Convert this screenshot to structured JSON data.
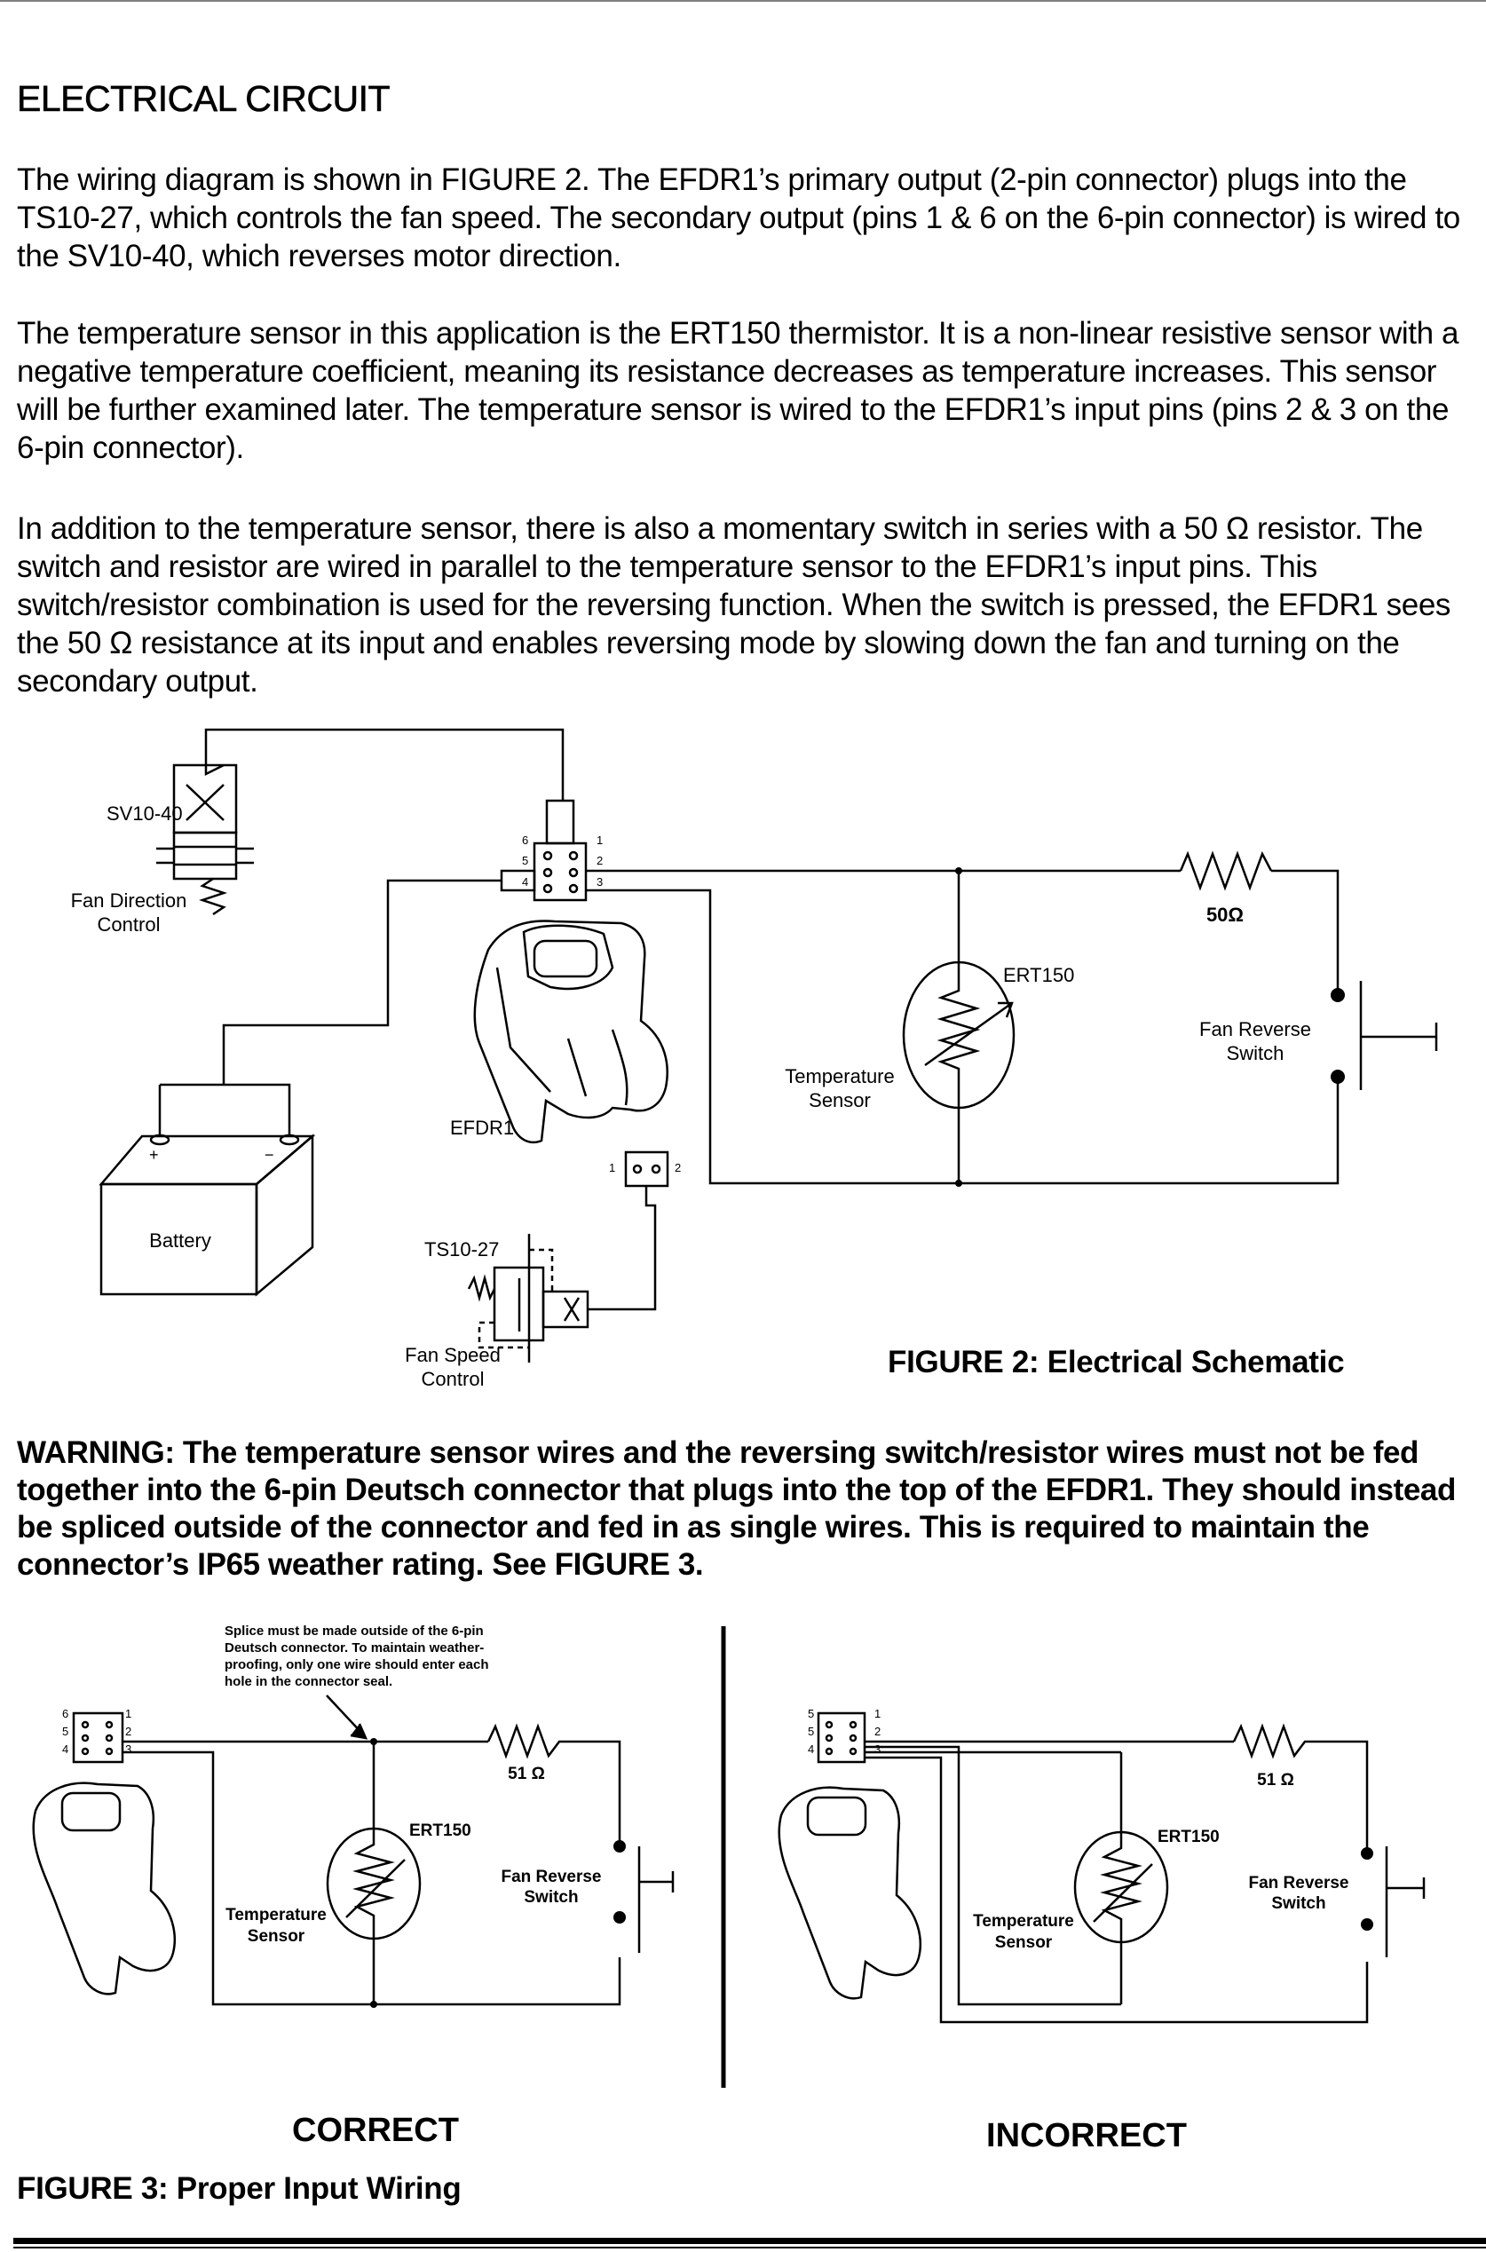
{
  "heading": "ELECTRICAL CIRCUIT",
  "paragraphs": [
    "The wiring diagram is shown in FIGURE 2. The EFDR1’s primary output (2-pin connector) plugs into the TS10-27, which controls the fan speed. The secondary output (pins 1 & 6 on the 6-pin connector) is wired to the SV10-40, which reverses motor direction.",
    "The temperature sensor in this application is the ERT150 thermistor. It is a non-linear resistive sensor with a negative temperature coefficient, meaning its resistance decreases as temperature increases. This sensor will be further examined later. The temperature sensor is wired to the EFDR1’s input pins (pins 2 & 3 on the 6-pin connector).",
    "In addition to the temperature sensor, there is also a momentary switch in series with a 50 Ω resistor. The switch and resistor are wired in parallel to the temperature sensor to the EFDR1’s input pins. This switch/resistor combination is used for the reversing function. When the switch is pressed, the EFDR1 sees the 50 Ω resistance at its input and enables reversing mode by slowing down the fan and turning on the secondary output."
  ],
  "figure2": {
    "caption": "FIGURE 2: Electrical Schematic",
    "labels": {
      "valve": "SV10-40",
      "valve_desc_1": "Fan Direction",
      "valve_desc_2": "Control",
      "controller": "EFDR1",
      "battery": "Battery",
      "battery_pos": "+",
      "battery_neg": "−",
      "speed_valve": "TS10-27",
      "speed_desc_1": "Fan Speed",
      "speed_desc_2": "Control",
      "sensor_model": "ERT150",
      "sensor_desc_1": "Temperature",
      "sensor_desc_2": "Sensor",
      "resistor": "50Ω",
      "switch_desc_1": "Fan Reverse",
      "switch_desc_2": "Switch",
      "pin1": "1",
      "pin2": "2",
      "pin3": "3",
      "pin4": "4",
      "pin5": "5",
      "pin6": "6",
      "pin2a": "1",
      "pin2b": "2"
    }
  },
  "warning": "WARNING: The temperature sensor wires and the reversing switch/resistor wires must not be fed together into the 6-pin Deutsch connector that plugs into the top of the EFDR1. They should instead be spliced outside of the connector and fed in as single wires. This is required to maintain the connector’s IP65 weather rating. See FIGURE 3.",
  "figure3": {
    "caption": "FIGURE 3: Proper Input Wiring",
    "note_lines": [
      "Splice must be made outside of the 6-pin",
      "Deutsch connector. To maintain weather-",
      "proofing, only one wire should enter each",
      "hole in the connector seal."
    ],
    "correct": {
      "verdict": "CORRECT",
      "resistor": "51 Ω",
      "sensor_model": "ERT150",
      "sensor_desc_1": "Temperature",
      "sensor_desc_2": "Sensor",
      "switch_desc_1": "Fan Reverse",
      "switch_desc_2": "Switch",
      "pins": [
        "6",
        "5",
        "4",
        "1",
        "2",
        "3"
      ]
    },
    "incorrect": {
      "verdict": "INCORRECT",
      "resistor": "51 Ω",
      "sensor_model": "ERT150",
      "sensor_desc_1": "Temperature",
      "sensor_desc_2": "Sensor",
      "switch_desc_1": "Fan Reverse",
      "switch_desc_2": "Switch",
      "pins": [
        "5",
        "5",
        "4",
        "1",
        "2",
        "3"
      ]
    }
  }
}
